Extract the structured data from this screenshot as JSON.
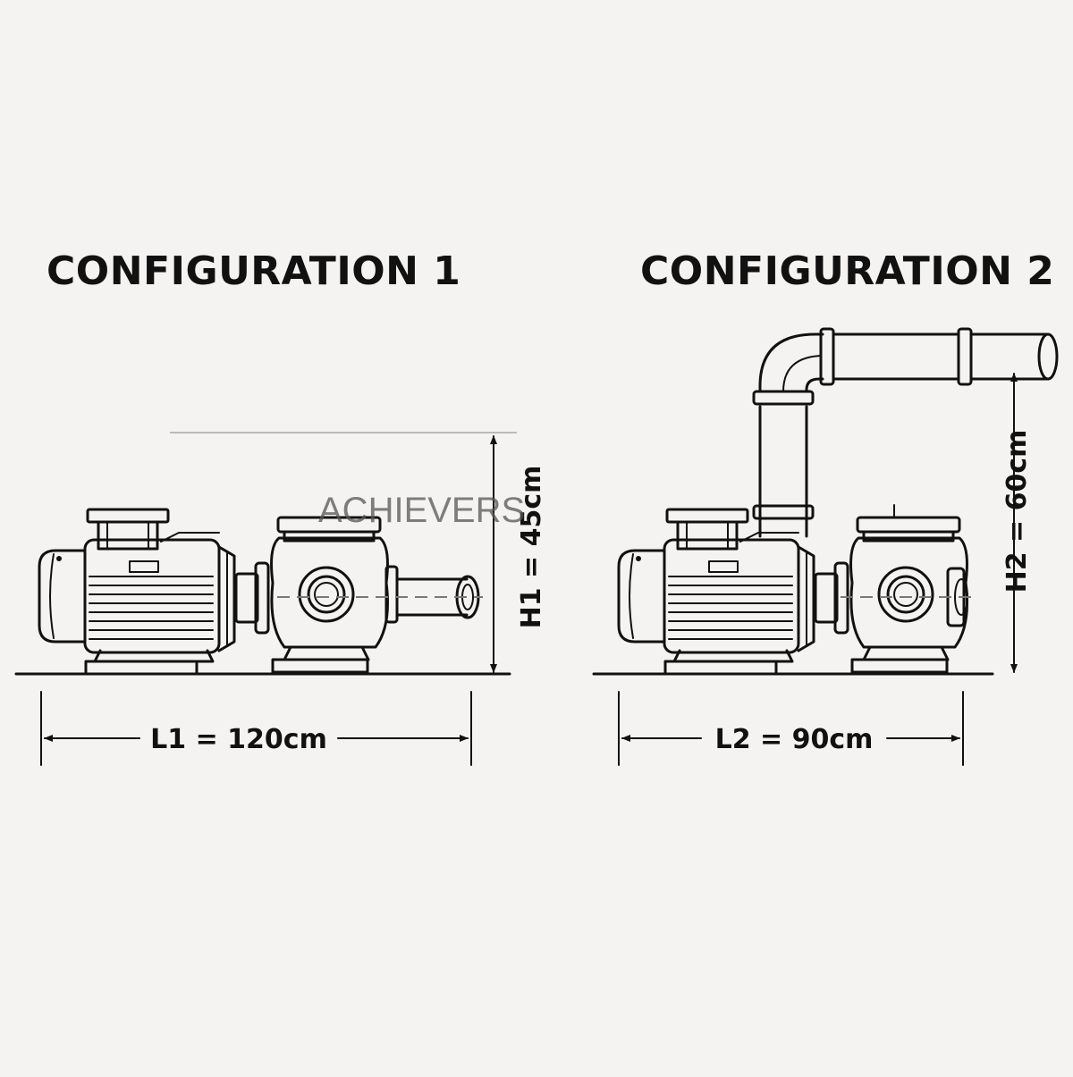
{
  "configurations": [
    {
      "title": "CONFIGURATION 1",
      "height_label": "H1 = 45cm",
      "length_label": "L1 = 120cm",
      "height_cm": 45,
      "length_cm": 120
    },
    {
      "title": "CONFIGURATION 2",
      "height_label": "H2 = 60cm",
      "length_label": "L2 = 90cm",
      "height_cm": 60,
      "length_cm": 90
    }
  ],
  "watermark": "ACHIEVERS",
  "colors": {
    "background": "#f4f3f1",
    "line": "#111111",
    "watermark": "#555555"
  }
}
